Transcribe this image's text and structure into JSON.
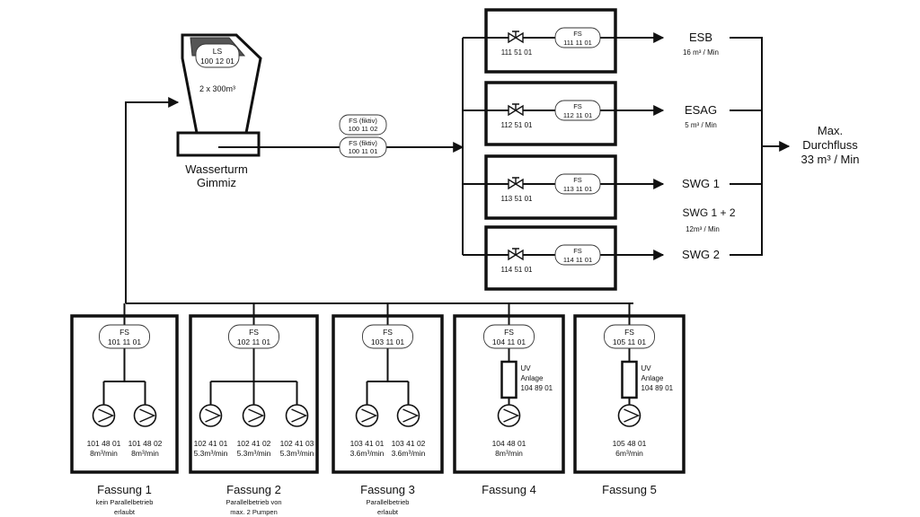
{
  "water_tower": {
    "ls_title": "LS",
    "ls_code": "100 12 01",
    "volume": "2 x 300m³",
    "name_line1": "Wasserturm",
    "name_line2": "Gimmiz"
  },
  "tower_sensors": [
    {
      "title": "FS (fiktiv)",
      "code": "100 11 02"
    },
    {
      "title": "FS (fiktiv)",
      "code": "100 11 01"
    }
  ],
  "consumers": [
    {
      "valve_code": "111 51 01",
      "fs_title": "FS",
      "fs_code": "111 11 01",
      "name": "ESB",
      "rate": "16 m³ / Min"
    },
    {
      "valve_code": "112 51 01",
      "fs_title": "FS",
      "fs_code": "112 11 01",
      "name": "ESAG",
      "rate": "5 m³ / Min"
    },
    {
      "valve_code": "113 51 01",
      "fs_title": "FS",
      "fs_code": "113 11 01",
      "name": "SWG 1",
      "rate": ""
    },
    {
      "valve_code": "114 51 01",
      "fs_title": "FS",
      "fs_code": "114 11 01",
      "name": "SWG 2",
      "rate": ""
    }
  ],
  "swg_combined": {
    "name": "SWG 1 + 2",
    "rate": "12m³ / Min"
  },
  "max_flow": {
    "line1": "Max.",
    "line2": "Durchfluss",
    "line3": "33 m³ / Min"
  },
  "fassungen": [
    {
      "fs_title": "FS",
      "fs_code": "101 11 01",
      "pumps": [
        {
          "code": "101 48 01",
          "rate": "8m³/min"
        },
        {
          "code": "101 48 02",
          "rate": "8m³/min"
        }
      ],
      "uv": null,
      "name": "Fassung 1",
      "note1": "kein Parallelbetrieb",
      "note2": "erlaubt"
    },
    {
      "fs_title": "FS",
      "fs_code": "102 11 01",
      "pumps": [
        {
          "code": "102 41 01",
          "rate": "5.3m³/min"
        },
        {
          "code": "102 41 02",
          "rate": "5.3m³/min"
        },
        {
          "code": "102 41 03",
          "rate": "5.3m³/min"
        }
      ],
      "uv": null,
      "name": "Fassung 2",
      "note1": "Parallelbetrieb von",
      "note2": "max. 2 Pumpen"
    },
    {
      "fs_title": "FS",
      "fs_code": "103 11 01",
      "pumps": [
        {
          "code": "103 41 01",
          "rate": "3.6m³/min"
        },
        {
          "code": "103 41 02",
          "rate": "3.6m³/min"
        }
      ],
      "uv": null,
      "name": "Fassung 3",
      "note1": "Parallelbetrieb",
      "note2": "erlaubt"
    },
    {
      "fs_title": "FS",
      "fs_code": "104 11 01",
      "pumps": [
        {
          "code": "104 48 01",
          "rate": "8m³/min"
        }
      ],
      "uv": {
        "line1": "UV",
        "line2": "Anlage",
        "line3": "104 89 01"
      },
      "name": "Fassung 4",
      "note1": "",
      "note2": ""
    },
    {
      "fs_title": "FS",
      "fs_code": "105 11 01",
      "pumps": [
        {
          "code": "105 48 01",
          "rate": "6m³/min"
        }
      ],
      "uv": {
        "line1": "UV",
        "line2": "Anlage",
        "line3": "104 89 01"
      },
      "name": "Fassung 5",
      "note1": "",
      "note2": ""
    }
  ]
}
